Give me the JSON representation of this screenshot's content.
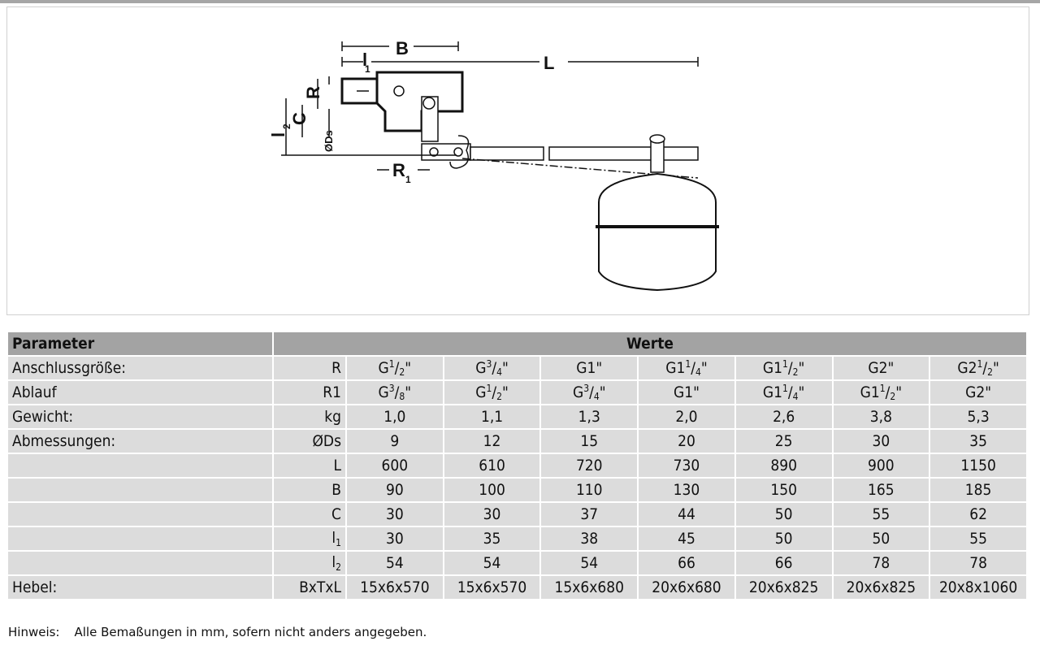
{
  "diagram": {
    "labels": {
      "B": "B",
      "L": "L",
      "l1": "l",
      "l1_sub": "1",
      "R": "R",
      "C": "C",
      "l2": "l",
      "l2_sub": "2",
      "Ds": "ØDs",
      "R1": "R",
      "R1_sub": "1"
    }
  },
  "table": {
    "header": {
      "parameter": "Parameter",
      "values": "Werte"
    },
    "rows": [
      {
        "label": "Anschlussgröße:",
        "unit": "R",
        "values": [
          {
            "p": "G",
            "n": "1",
            "d": "2",
            "s": "\""
          },
          {
            "p": "G",
            "n": "3",
            "d": "4",
            "s": "\""
          },
          {
            "p": "G1\""
          },
          {
            "p": "G1",
            "n": "1",
            "d": "4",
            "s": "\""
          },
          {
            "p": "G1",
            "n": "1",
            "d": "2",
            "s": "\""
          },
          {
            "p": "G2\""
          },
          {
            "p": "G2",
            "n": "1",
            "d": "2",
            "s": "\""
          }
        ]
      },
      {
        "label": "Ablauf",
        "unit": "R1",
        "values": [
          {
            "p": "G",
            "n": "3",
            "d": "8",
            "s": "\""
          },
          {
            "p": "G",
            "n": "1",
            "d": "2",
            "s": "\""
          },
          {
            "p": "G",
            "n": "3",
            "d": "4",
            "s": "\""
          },
          {
            "p": "G1\""
          },
          {
            "p": "G1",
            "n": "1",
            "d": "4",
            "s": "\""
          },
          {
            "p": "G1",
            "n": "1",
            "d": "2",
            "s": "\""
          },
          {
            "p": "G2\""
          }
        ]
      },
      {
        "label": "Gewicht:",
        "unit": "kg",
        "values": [
          {
            "p": "1,0"
          },
          {
            "p": "1,1"
          },
          {
            "p": "1,3"
          },
          {
            "p": "2,0"
          },
          {
            "p": "2,6"
          },
          {
            "p": "3,8"
          },
          {
            "p": "5,3"
          }
        ]
      },
      {
        "label": "Abmessungen:",
        "unit": "ØDs",
        "values": [
          {
            "p": "9"
          },
          {
            "p": "12"
          },
          {
            "p": "15"
          },
          {
            "p": "20"
          },
          {
            "p": "25"
          },
          {
            "p": "30"
          },
          {
            "p": "35"
          }
        ]
      },
      {
        "label": "",
        "unit": "L",
        "values": [
          {
            "p": "600"
          },
          {
            "p": "610"
          },
          {
            "p": "720"
          },
          {
            "p": "730"
          },
          {
            "p": "890"
          },
          {
            "p": "900"
          },
          {
            "p": "1150"
          }
        ]
      },
      {
        "label": "",
        "unit": "B",
        "values": [
          {
            "p": "90"
          },
          {
            "p": "100"
          },
          {
            "p": "110"
          },
          {
            "p": "130"
          },
          {
            "p": "150"
          },
          {
            "p": "165"
          },
          {
            "p": "185"
          }
        ]
      },
      {
        "label": "",
        "unit": "C",
        "values": [
          {
            "p": "30"
          },
          {
            "p": "30"
          },
          {
            "p": "37"
          },
          {
            "p": "44"
          },
          {
            "p": "50"
          },
          {
            "p": "55"
          },
          {
            "p": "62"
          }
        ]
      },
      {
        "label": "",
        "unit": "l",
        "unit_sub": "1",
        "values": [
          {
            "p": "30"
          },
          {
            "p": "35"
          },
          {
            "p": "38"
          },
          {
            "p": "45"
          },
          {
            "p": "50"
          },
          {
            "p": "50"
          },
          {
            "p": "55"
          }
        ]
      },
      {
        "label": "",
        "unit": "l",
        "unit_sub": "2",
        "values": [
          {
            "p": "54"
          },
          {
            "p": "54"
          },
          {
            "p": "54"
          },
          {
            "p": "66"
          },
          {
            "p": "66"
          },
          {
            "p": "78"
          },
          {
            "p": "78"
          }
        ]
      },
      {
        "label": "Hebel:",
        "unit": "BxTxL",
        "values": [
          {
            "p": "15x6x570"
          },
          {
            "p": "15x6x570"
          },
          {
            "p": "15x6x680"
          },
          {
            "p": "20x6x680"
          },
          {
            "p": "20x6x825"
          },
          {
            "p": "20x6x825"
          },
          {
            "p": "20x8x1060"
          }
        ]
      }
    ]
  },
  "note": {
    "label": "Hinweis:",
    "text": "Alle Bemaßungen in mm, sofern nicht anders angegeben."
  }
}
